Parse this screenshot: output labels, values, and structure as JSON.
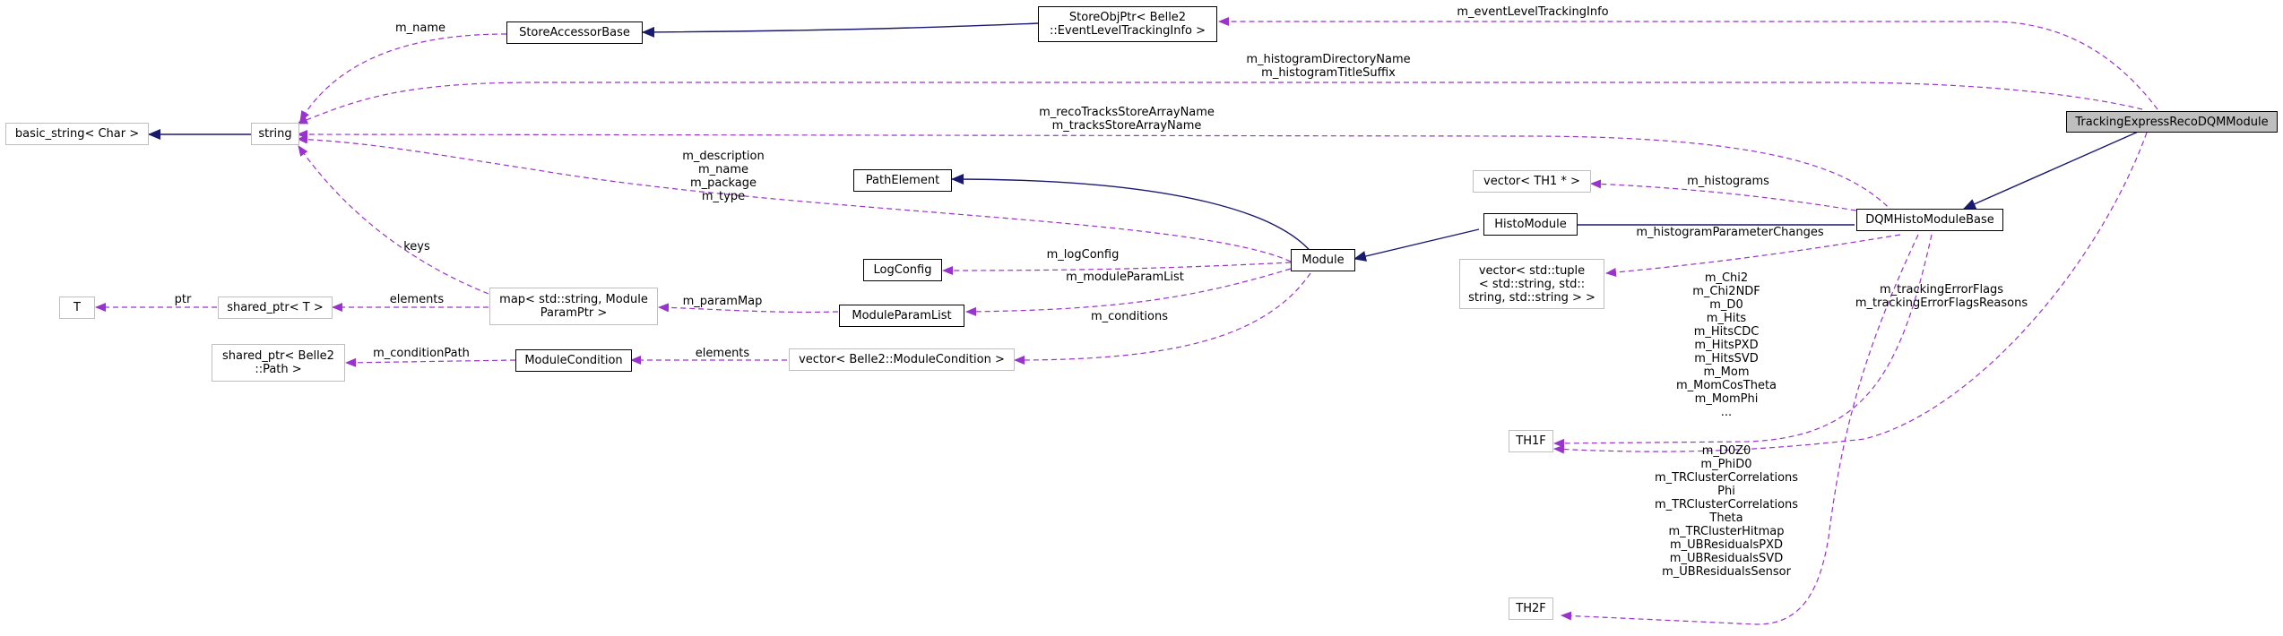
{
  "nodes": {
    "focus": "TrackingExpressRecoDQMModule",
    "dqm_histo_module_base": "DQMHistoModuleBase",
    "histo_module": "HistoModule",
    "module": "Module",
    "path_element": "PathElement",
    "log_config": "LogConfig",
    "module_param_list": "ModuleParamList",
    "map_param": "map< std::string, Module\nParamPtr >",
    "vector_module_condition": "vector< Belle2::ModuleCondition >",
    "module_condition": "ModuleCondition",
    "shared_ptr_path": "shared_ptr< Belle2\n::Path >",
    "shared_ptr_t": "shared_ptr< T >",
    "t": "T",
    "string": "string",
    "basic_string": "basic_string< Char >",
    "store_accessor_base": "StoreAccessorBase",
    "store_obj_ptr": "StoreObjPtr< Belle2\n::EventLevelTrackingInfo >",
    "vector_th1": "vector< TH1 * >",
    "vector_tuple": "vector< std::tuple\n< std::string, std::\nstring, std::string > >",
    "th1f": "TH1F",
    "th2f": "TH2F"
  },
  "edge_labels": {
    "event_level_tracking_info": "m_eventLevelTrackingInfo",
    "histogram_names": "m_histogramDirectoryName\nm_histogramTitleSuffix",
    "tracks_store_names": "m_recoTracksStoreArrayName\nm_tracksStoreArrayName",
    "module_strings": "m_description\nm_name\nm_package\nm_type",
    "store_name": "m_name",
    "keys": "keys",
    "histograms": "m_histograms",
    "histogram_parameter_changes": "m_histogramParameterChanges",
    "log_config": "m_logConfig",
    "module_param_list": "m_moduleParamList",
    "param_map": "m_paramMap",
    "conditions": "m_conditions",
    "elements_map": "elements",
    "elements_vector": "elements",
    "ptr": "ptr",
    "condition_path": "m_conditionPath",
    "tracking_error_flags": "m_trackingErrorFlags\nm_trackingErrorFlagsReasons",
    "th1f_members": "m_Chi2\nm_Chi2NDF\nm_D0\nm_Hits\nm_HitsCDC\nm_HitsPXD\nm_HitsSVD\nm_Mom\nm_MomCosTheta\nm_MomPhi\n...",
    "th2f_members": "m_D0Z0\nm_PhiD0\nm_TRClusterCorrelations\nPhi\nm_TRClusterCorrelations\nTheta\nm_TRClusterHitmap\nm_UBResidualsPXD\nm_UBResidualsSVD\nm_UBResidualsSensor"
  },
  "colors": {
    "inheritance": "#191970",
    "usage": "#9a32cd",
    "focus_fill": "#bfbfbf",
    "undocumented_border": "#bfbfbf"
  }
}
